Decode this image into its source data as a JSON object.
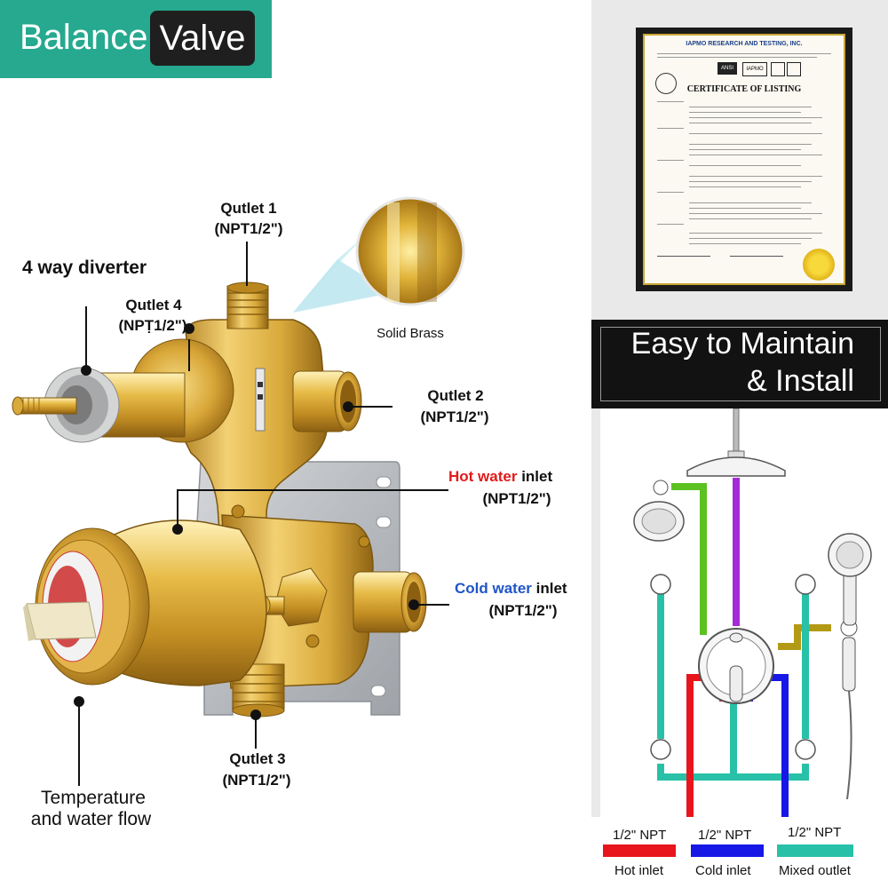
{
  "badge": {
    "word1": "Balance",
    "word2": "Valve"
  },
  "labels": {
    "outlet1": "Qutlet 1",
    "outlet1_npt": "(NPT1/2\")",
    "diverter": "4 way diverter",
    "outlet4": "Qutlet 4",
    "outlet4_npt": "(NPṬ1/2\")",
    "solid_brass": "Solid Brass",
    "outlet2": "Qutlet 2",
    "outlet2_npt": "(NPT1/2\")",
    "hot_word": "Hot water",
    "hot_rest": " inlet",
    "hot_npt": "(NPT1/2\")",
    "cold_word": "Cold water",
    "cold_rest": " inlet",
    "cold_npt": "(NPT1/2\")",
    "outlet3": "Qutlet 3",
    "outlet3_npt": "(NPT1/2\")",
    "temp1": "Temperature",
    "temp2": "and water flow"
  },
  "certificate": {
    "org": "IAPMO RESEARCH AND TESTING, INC.",
    "title": "CERTIFICATE OF LISTING",
    "logos": [
      "ANSI",
      "IAPMO"
    ]
  },
  "easy": {
    "line1": "Easy to Maintain",
    "line2": "& Install"
  },
  "legend": [
    {
      "npt": "1/2\" NPT",
      "label": "Hot inlet",
      "color": "#e8151c"
    },
    {
      "npt": "1/2\" NPT",
      "label": "Cold inlet",
      "color": "#1717e6"
    },
    {
      "npt": "1/2\" NPT",
      "label": "Mixed outlet",
      "color": "#28c1a8"
    }
  ],
  "colors": {
    "badge": "#26a98f",
    "brass": "#d9a93a",
    "pipe_green": "#5cc121",
    "pipe_purple": "#a52ad8",
    "pipe_olive": "#b39a16",
    "pipe_teal": "#28c1a8",
    "pipe_red": "#e8151c",
    "pipe_blue": "#1717e6"
  }
}
